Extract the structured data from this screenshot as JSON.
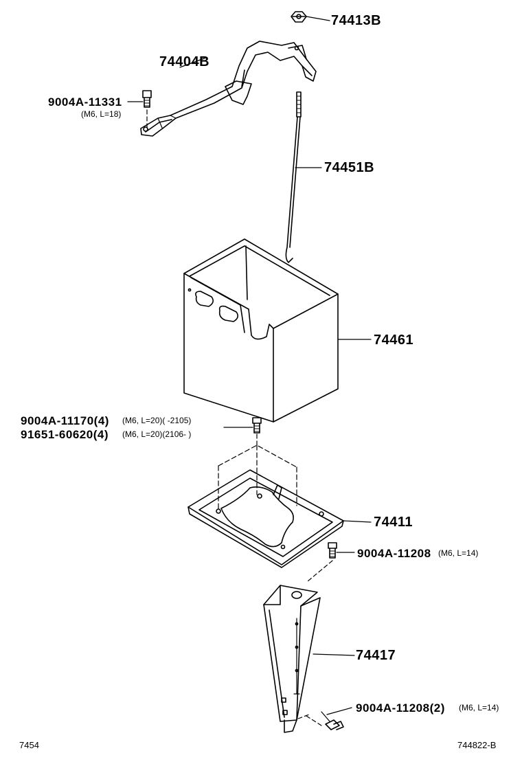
{
  "callouts": {
    "nut": {
      "part": "74413B"
    },
    "clamp": {
      "part": "74404B"
    },
    "clamp_bolt": {
      "part": "9004A-11331",
      "spec": "(M6, L=18)"
    },
    "rod": {
      "part": "74451B"
    },
    "battery_box": {
      "part": "74461"
    },
    "tray_bolt_a": {
      "part": "9004A-11170(4)",
      "spec": "(M6, L=20)(       -2105)"
    },
    "tray_bolt_b": {
      "part": "91651-60620(4)",
      "spec": "(M6, L=20)(2106-        )"
    },
    "tray": {
      "part": "74411"
    },
    "tray_side_bolt": {
      "part": "9004A-11208",
      "spec": "(M6, L=14)"
    },
    "bracket": {
      "part": "74417"
    },
    "bracket_bolt": {
      "part": "9004A-11208(2)",
      "spec": "(M6, L=14)"
    }
  },
  "footer": {
    "left": "7454",
    "right": "744822-B"
  }
}
